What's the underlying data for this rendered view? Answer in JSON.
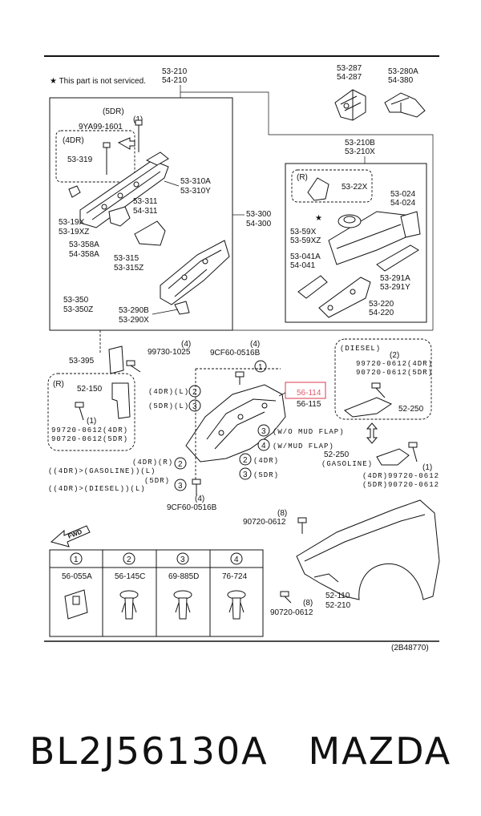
{
  "note": "★ This part is not serviced.",
  "drawing_id": "(2B48770)",
  "caption": "BL2J56130A   MAZDA",
  "highlight_color": "#e05a6a",
  "labels": {
    "top_main": [
      "53-210",
      "54-210"
    ],
    "top_right1": [
      "53-287",
      "54-287"
    ],
    "top_right2": [
      "53-280A",
      "54-380"
    ],
    "fdr": "(5DR)",
    "fdr_num": "(1)",
    "bolt_9ya": "9YA99-1601",
    "fourdr": "(4DR)",
    "p53319": "53-319",
    "p53310": [
      "53-310A",
      "53-310Y"
    ],
    "p5319x": [
      "53-19X",
      "53-19XZ"
    ],
    "p53311": [
      "53-311",
      "54-311"
    ],
    "p53358": [
      "53-358A",
      "54-358A"
    ],
    "p53315": [
      "53-315",
      "53-315Z"
    ],
    "p53300": [
      "53-300",
      "54-300"
    ],
    "p53350": [
      "53-350",
      "53-350Z"
    ],
    "p53290": [
      "53-290B",
      "53-290X"
    ],
    "p53210b": [
      "53-210B",
      "53-210X"
    ],
    "r_tag": "(R)",
    "p5322x": "53-22X",
    "p53024": [
      "53-024",
      "54-024"
    ],
    "p5359x": [
      "53-59X",
      "53-59XZ"
    ],
    "p53041": [
      "53-041A",
      "54-041"
    ],
    "p53291": [
      "53-291A",
      "53-291Y"
    ],
    "p53220": [
      "53-220",
      "54-220"
    ],
    "p53395": "53-395",
    "bolt_99730": "99730-1025",
    "n4": "(4)",
    "bolt_9cf60": "9CF60-0516B",
    "diesel": "(DIESEL)",
    "diesel_2": "(2)",
    "diesel_4dr": "99720-0612(4DR)",
    "diesel_5dr": "90720-0612(5DR)",
    "r_box": "(R)",
    "p52150": "52-150",
    "r_bolt1": "99720-0612(4DR)",
    "r_bolt2": "90720-0612(5DR)",
    "r_num": "(1)",
    "dr4l": "(4DR)(L)",
    "dr5l": "(5DR)(L)",
    "p56114": "56-114",
    "p56115": "56-115",
    "p52250": "52-250",
    "wo_mud": "(W/O MUD FLAP)",
    "w_mud": "(W/MUD FLAP)",
    "c2_4dr": "(4DR)",
    "c3_5dr": "(5DR)",
    "dr4r": "(4DR)(R)",
    "gas_line": "((4DR)>(GASOLINE))(L)",
    "dr5r": "(5DR)",
    "dies_line": "((4DR)>(DIESEL))(L)",
    "p52250g": "52-250",
    "gasoline": "(GASOLINE)",
    "gas_num": "(1)",
    "gas_4dr": "(4DR)99720-0612",
    "gas_5dr": "(5DR)90720-0612",
    "bolt_9cf60b": "9CF60-0516B",
    "fender_bolt_n": "(8)",
    "fender_bolt": "90720-0612",
    "fender_bolt2_n": "(8)",
    "fender_bolt2": "90720-0612",
    "p52110": [
      "52-110",
      "52-210"
    ],
    "fwd": "FWD"
  },
  "legend": [
    {
      "num": "1",
      "part": "56-055A"
    },
    {
      "num": "2",
      "part": "56-145C"
    },
    {
      "num": "3",
      "part": "69-885D"
    },
    {
      "num": "4",
      "part": "76-724"
    }
  ]
}
